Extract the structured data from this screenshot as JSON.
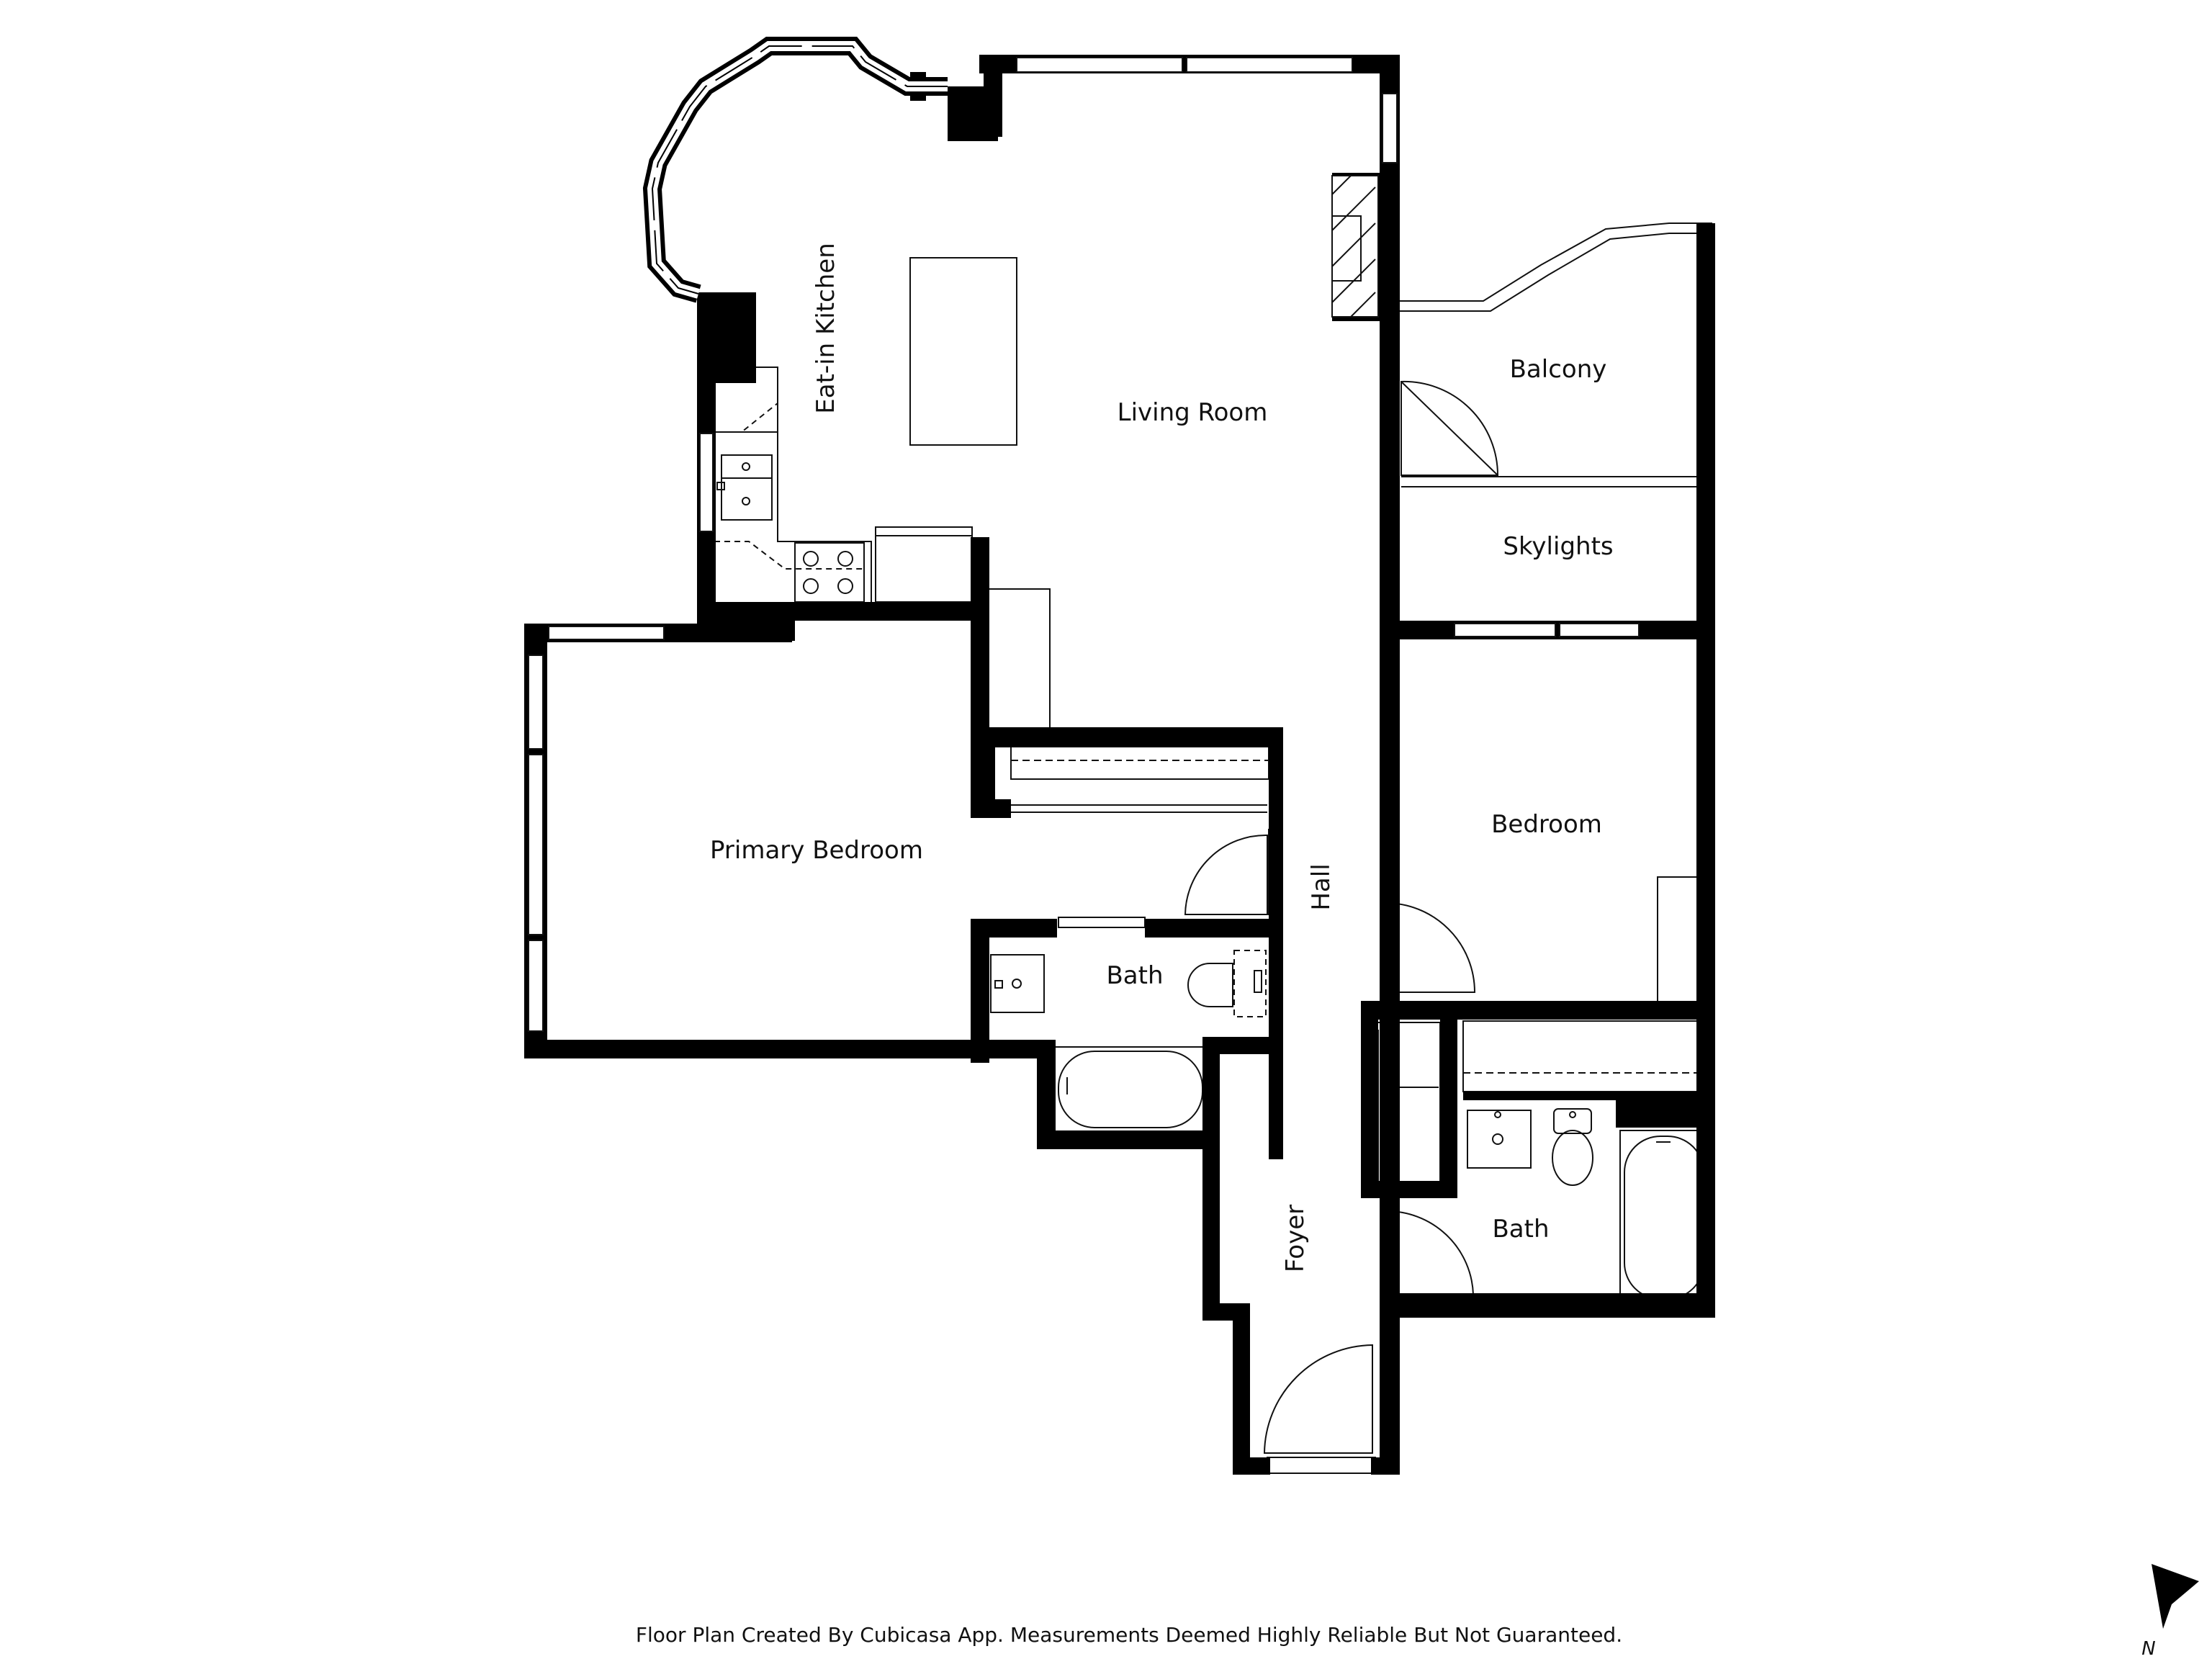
{
  "rooms": {
    "eat_in_kitchen": "Eat-in Kitchen",
    "living_room": "Living Room",
    "balcony": "Balcony",
    "skylights": "Skylights",
    "primary_bedroom": "Primary Bedroom",
    "hall": "Hall",
    "bedroom": "Bedroom",
    "bath_primary": "Bath",
    "bath_second": "Bath",
    "foyer": "Foyer"
  },
  "footer": {
    "note": "Floor Plan Created By Cubicasa App. Measurements Deemed Highly Reliable But Not Guaranteed."
  },
  "compass": {
    "label": "N",
    "icon": "north-arrow-icon"
  },
  "colors": {
    "wall": "#000000",
    "line": "#111111",
    "background": "#ffffff"
  }
}
